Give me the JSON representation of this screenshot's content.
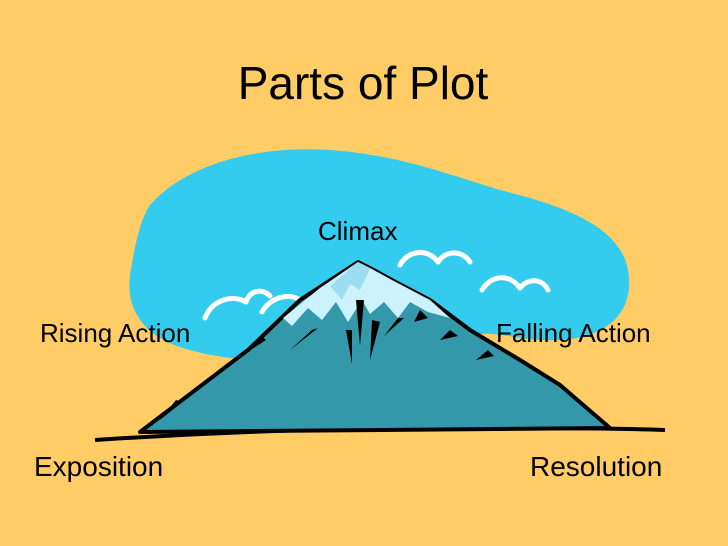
{
  "slide": {
    "title": "Parts of Plot",
    "labels": {
      "climax": "Climax",
      "rising_action": "Rising Action",
      "falling_action": "Falling Action",
      "exposition": "Exposition",
      "resolution": "Resolution"
    }
  },
  "colors": {
    "background": "#FFCC66",
    "sky": "#33CCEE",
    "mountain": "#3399AA",
    "snow": "#CCF2FF",
    "outline": "#000000",
    "bird": "#FFFFFF"
  },
  "art": {
    "sky_shape": "sky-blob",
    "mountain_shape": "mountain",
    "birds": [
      "bird",
      "bird",
      "bird",
      "bird",
      "bird"
    ]
  }
}
